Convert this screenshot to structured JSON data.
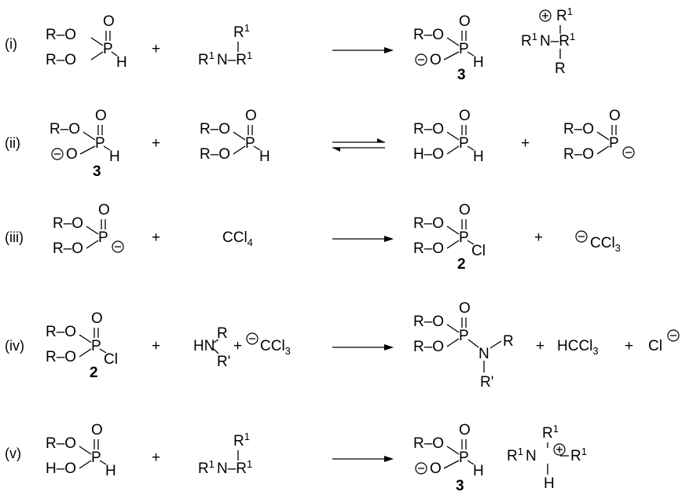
{
  "reactions": [
    {
      "label": "(i)",
      "ro": "R–O",
      "ro2": "R–O",
      "o": "O",
      "p": "P",
      "h": "H",
      "plus": "+",
      "amine": {
        "r1": "R",
        "r1s": "1",
        "center": "R",
        "cs": "1",
        "n": "N–R",
        "ns": "1"
      },
      "prod": {
        "ro": "R–O",
        "o": "O",
        "p": "P",
        "h": "H",
        "ominus": "O",
        "num": "3",
        "ammonium": {
          "top": "R",
          "ts": "1",
          "mid": "R",
          "ms": "1",
          "n": "N–R",
          "ns": "1",
          "bottom": "R"
        }
      }
    },
    {
      "label": "(ii)",
      "ro": "R–O",
      "o": "O",
      "p": "P",
      "h": "H",
      "ominus": "O",
      "num": "3",
      "plus": "+",
      "b": {
        "ro": "R–O",
        "ro2": "R–O",
        "o": "O",
        "p": "P",
        "h": "H"
      },
      "prod": {
        "ro": "R–O",
        "ho": "H–O",
        "o": "O",
        "p": "P",
        "h": "H"
      },
      "plus2": "+",
      "prod2": {
        "ro": "R–O",
        "ro2": "R–O",
        "o": "O",
        "p": "P"
      }
    },
    {
      "label": "(iii)",
      "ro": "R–O",
      "ro2": "R–O",
      "o": "O",
      "p": "P",
      "plus": "+",
      "ccl4": "CCl",
      "ccl4s": "4",
      "prod": {
        "ro": "R–O",
        "ro2": "R–O",
        "o": "O",
        "p": "P",
        "cl": "Cl",
        "num": "2"
      },
      "plus2": "+",
      "ccl3": "CCl",
      "ccl3s": "3"
    },
    {
      "label": "(iv)",
      "ro": "R–O",
      "ro2": "R–O",
      "o": "O",
      "p": "P",
      "cl": "Cl",
      "num": "2",
      "plus": "+",
      "hn": "HN",
      "r": "R",
      "rp": "R'",
      "plus2": "+",
      "ccl3": "CCl",
      "ccl3s": "3",
      "prod": {
        "ro": "R–O",
        "ro2": "R–O",
        "o": "O",
        "p": "P",
        "n": "N",
        "r": "R",
        "rp": "R'"
      },
      "plus3": "+",
      "hccl3": "HCCl",
      "hccl3s": "3",
      "plus4": "+"
    },
    {
      "label": "(v)",
      "ro": "R–O",
      "ho": "H–O",
      "o": "O",
      "p": "P",
      "h": "H",
      "plus": "+",
      "amine": {
        "r1": "R",
        "r1s": "1",
        "center": "R",
        "cs": "1",
        "n": "N–R",
        "ns": "1"
      },
      "prod": {
        "ro": "R–O",
        "o": "O",
        "p": "P",
        "h": "H",
        "ominus": "O",
        "num": "3",
        "ammonium": {
          "top": "R",
          "ts": "1",
          "mid": "R",
          "ms": "1",
          "n": "N",
          "r": "R",
          "rs": "1",
          "bottom": "H"
        }
      }
    }
  ]
}
